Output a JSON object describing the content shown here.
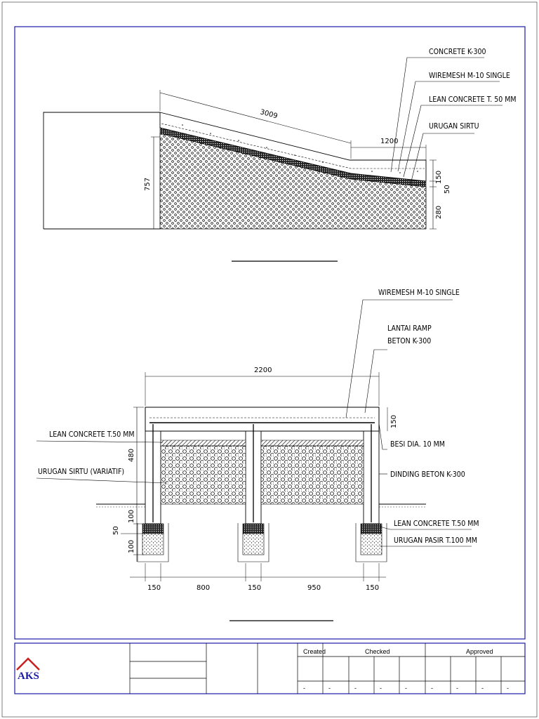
{
  "ramp_section": {
    "labels": [
      "CONCRETE K-300",
      "WIREMESH M-10 SINGLE",
      "LEAN CONCRETE T. 50 MM",
      "URUGAN SIRTU"
    ],
    "dims": {
      "slope_length": "3009",
      "landing_length": "1200",
      "height": "757",
      "concrete_thk": "150",
      "lean_thk": "50",
      "fill_thk": "280"
    }
  },
  "cross_section": {
    "labels_right": [
      "WIREMESH M-10 SINGLE",
      "LANTAI RAMP",
      "BETON K-300",
      "BESI DIA. 10 MM",
      "DINDING BETON K-300",
      "LEAN CONCRETE T.50 MM",
      "URUGAN PASIR T.100 MM"
    ],
    "labels_left": [
      "LEAN CONCRETE T.50 MM",
      "URUGAN SIRTU (VARIATIF)"
    ],
    "dims": {
      "total_width": "2200",
      "slab_thk": "150",
      "wall_height": "480",
      "footing_100a": "100",
      "footing_50": "50",
      "footing_100b": "100",
      "bottom": [
        "150",
        "800",
        "150",
        "950",
        "150"
      ]
    }
  },
  "title_block": {
    "logo": "AKS",
    "columns": [
      "Created",
      "Checked",
      "Approved"
    ],
    "blank_mark": "-"
  }
}
